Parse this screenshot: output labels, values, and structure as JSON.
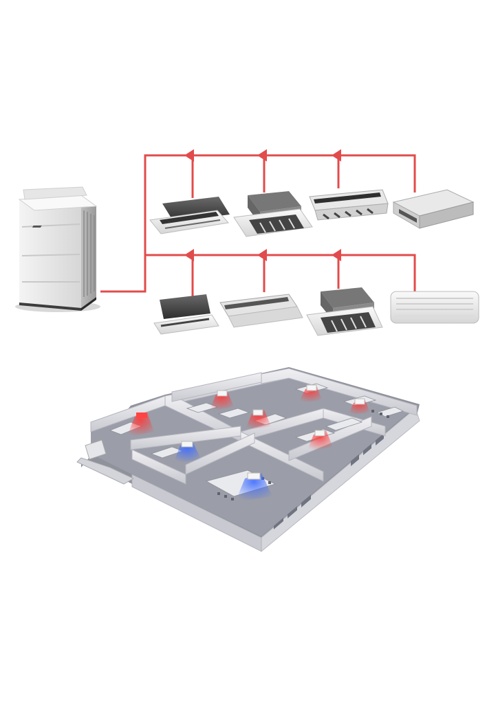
{
  "diagram": {
    "kind": "vrf-air-conditioning-system",
    "colors": {
      "pipe": "#e24b4b",
      "unit_light": "#eeeeee",
      "unit_mid": "#c9c9c9",
      "unit_dark": "#555555",
      "floor": "#9a9ca6",
      "wall": "#d8d9de",
      "air_hot": "#ff2a2a",
      "air_cool": "#3a66ff"
    },
    "outdoor_unit": {
      "icon": "outdoor-condenser-unit"
    },
    "indoor_rows": [
      {
        "row": "upper",
        "units": [
          {
            "icon": "2-way-cassette-icon"
          },
          {
            "icon": "4-way-cassette-icon"
          },
          {
            "icon": "ceiling-suspended-icon"
          },
          {
            "icon": "ducted-unit-icon"
          }
        ]
      },
      {
        "row": "lower",
        "units": [
          {
            "icon": "1-way-cassette-icon"
          },
          {
            "icon": "slim-ceiling-icon"
          },
          {
            "icon": "4-way-cassette-icon"
          },
          {
            "icon": "wall-mounted-icon"
          }
        ]
      }
    ],
    "floor_plan": {
      "icon": "3d-office-floor-plan"
    }
  }
}
